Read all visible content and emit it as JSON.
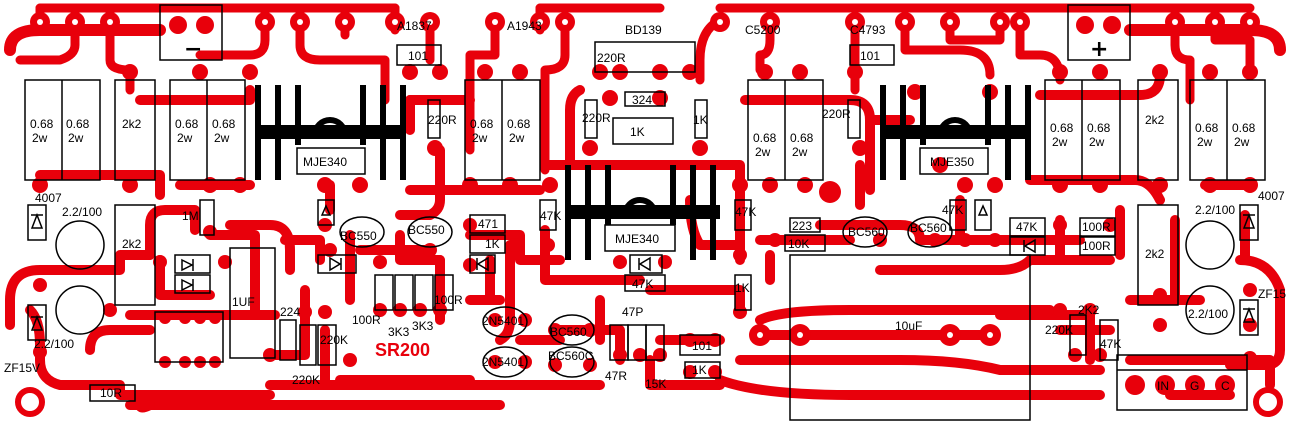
{
  "board": {
    "title": "SR200",
    "colors": {
      "trace": "#e8000b",
      "pad": "#e8000b",
      "outline": "#000000",
      "background": "#ffffff"
    },
    "resistor_block_value": "0.68",
    "resistor_block_power": "2w",
    "r_2k2": "2k2",
    "r_220R": "220R",
    "r_1K": "1K",
    "r_47K": "47K",
    "r_100R": "100R",
    "r_3K3": "3K3",
    "r_220K": "220K",
    "r_10R": "10R",
    "r_10K": "10K",
    "r_47R": "47R",
    "r_15K": "15K",
    "r_1M": "1M",
    "r_2K2": "2K2",
    "r_223": "223",
    "cap_101": "101",
    "cap_224": "224",
    "cap_471": "471",
    "cap_47P": "47P",
    "cap_1uF": "1UF",
    "cap_10uF": "10uF",
    "elec_cap": "2.2/100",
    "diode_4007": "4007",
    "zener": "ZF15V",
    "zener_r": "ZF15",
    "q_mje340": "MJE340",
    "q_mje350": "MJE350",
    "q_a1837": "A1837",
    "q_a1943": "A1943",
    "q_c5200": "C5200",
    "q_c4793": "C4793",
    "q_bd139": "BD139",
    "q_bc550": "BC550",
    "q_bc560": "BC560",
    "q_bc560c": "BC560C",
    "q_2n5401": "2N5401",
    "pot_324": "324",
    "pot_1K": "1K",
    "term_minus": "−",
    "term_plus": "+",
    "term_in": "IN",
    "term_g": "G",
    "term_c": "C"
  }
}
